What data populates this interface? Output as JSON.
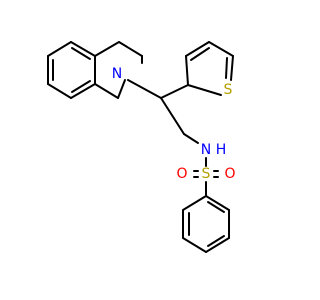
{
  "molecule": {
    "atoms": {
      "n_ring": {
        "symbol": "N",
        "color": "#0000ff"
      },
      "s_thiophene": {
        "symbol": "S",
        "color": "#b5a000"
      },
      "n_amide": {
        "symbol": "N",
        "color": "#0000ff"
      },
      "h_amide": {
        "symbol": "H",
        "color": "#0000ff"
      },
      "s_sulfonyl": {
        "symbol": "S",
        "color": "#b5a000"
      },
      "o_left": {
        "symbol": "O",
        "color": "#ff0000"
      },
      "o_right": {
        "symbol": "O",
        "color": "#ff0000"
      }
    },
    "bond_color": "#000000"
  }
}
